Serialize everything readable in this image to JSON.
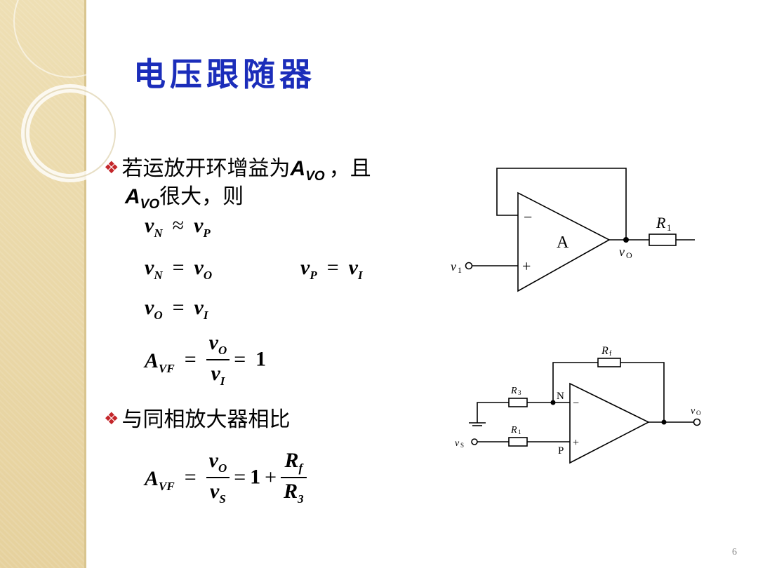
{
  "slide": {
    "title": "电压跟随器",
    "page_number": "6",
    "bullets": [
      {
        "line1_prefix": "若运放开环增益为",
        "gain_A": "A",
        "gain_sub": "VO",
        "line1_suffix": "，且",
        "line2_sub": "VO",
        "line2_suffix": "很大，则"
      },
      {
        "text": "与同相放大器相比"
      }
    ],
    "marker": "❖",
    "equations": {
      "e1": {
        "lhs": "v",
        "lhs_sub": "N",
        "op": "≈",
        "rhs": "v",
        "rhs_sub": "P"
      },
      "e2": {
        "lhs": "v",
        "lhs_sub": "N",
        "op": "=",
        "rhs": "v",
        "rhs_sub": "O"
      },
      "e3": {
        "lhs": "v",
        "lhs_sub": "P",
        "op": "=",
        "rhs": "v",
        "rhs_sub": "I"
      },
      "e4": {
        "lhs": "v",
        "lhs_sub": "O",
        "op": "=",
        "rhs": "v",
        "rhs_sub": "I"
      },
      "e5": {
        "A": "A",
        "A_sub": "VF",
        "eq": "=",
        "num": "v",
        "num_sub": "O",
        "den": "v",
        "den_sub": "I",
        "eq2": "=",
        "result": "1"
      },
      "e6": {
        "A": "A",
        "A_sub": "VF",
        "eq": "=",
        "num": "v",
        "num_sub": "O",
        "den": "v",
        "den_sub": "S",
        "eq2": "=",
        "one": "1",
        "plus": "+",
        "rnum": "R",
        "rnum_sub": "f",
        "rden": "R",
        "rden_sub": "3"
      }
    },
    "circuit1": {
      "amp_label": "A",
      "minus": "−",
      "plus": "+",
      "r_label": "R",
      "r_sub": "1",
      "out_label": "v",
      "out_sub": "O",
      "in_label": "v",
      "in_sub": "1"
    },
    "circuit2": {
      "rf": "R",
      "rf_sub": "f",
      "r3": "R",
      "r3_sub": "3",
      "r1": "R",
      "r1_sub": "1",
      "n": "N",
      "p": "P",
      "minus": "−",
      "plus": "+",
      "vs": "v",
      "vs_sub": "S",
      "vo": "v",
      "vo_sub": "O"
    }
  }
}
